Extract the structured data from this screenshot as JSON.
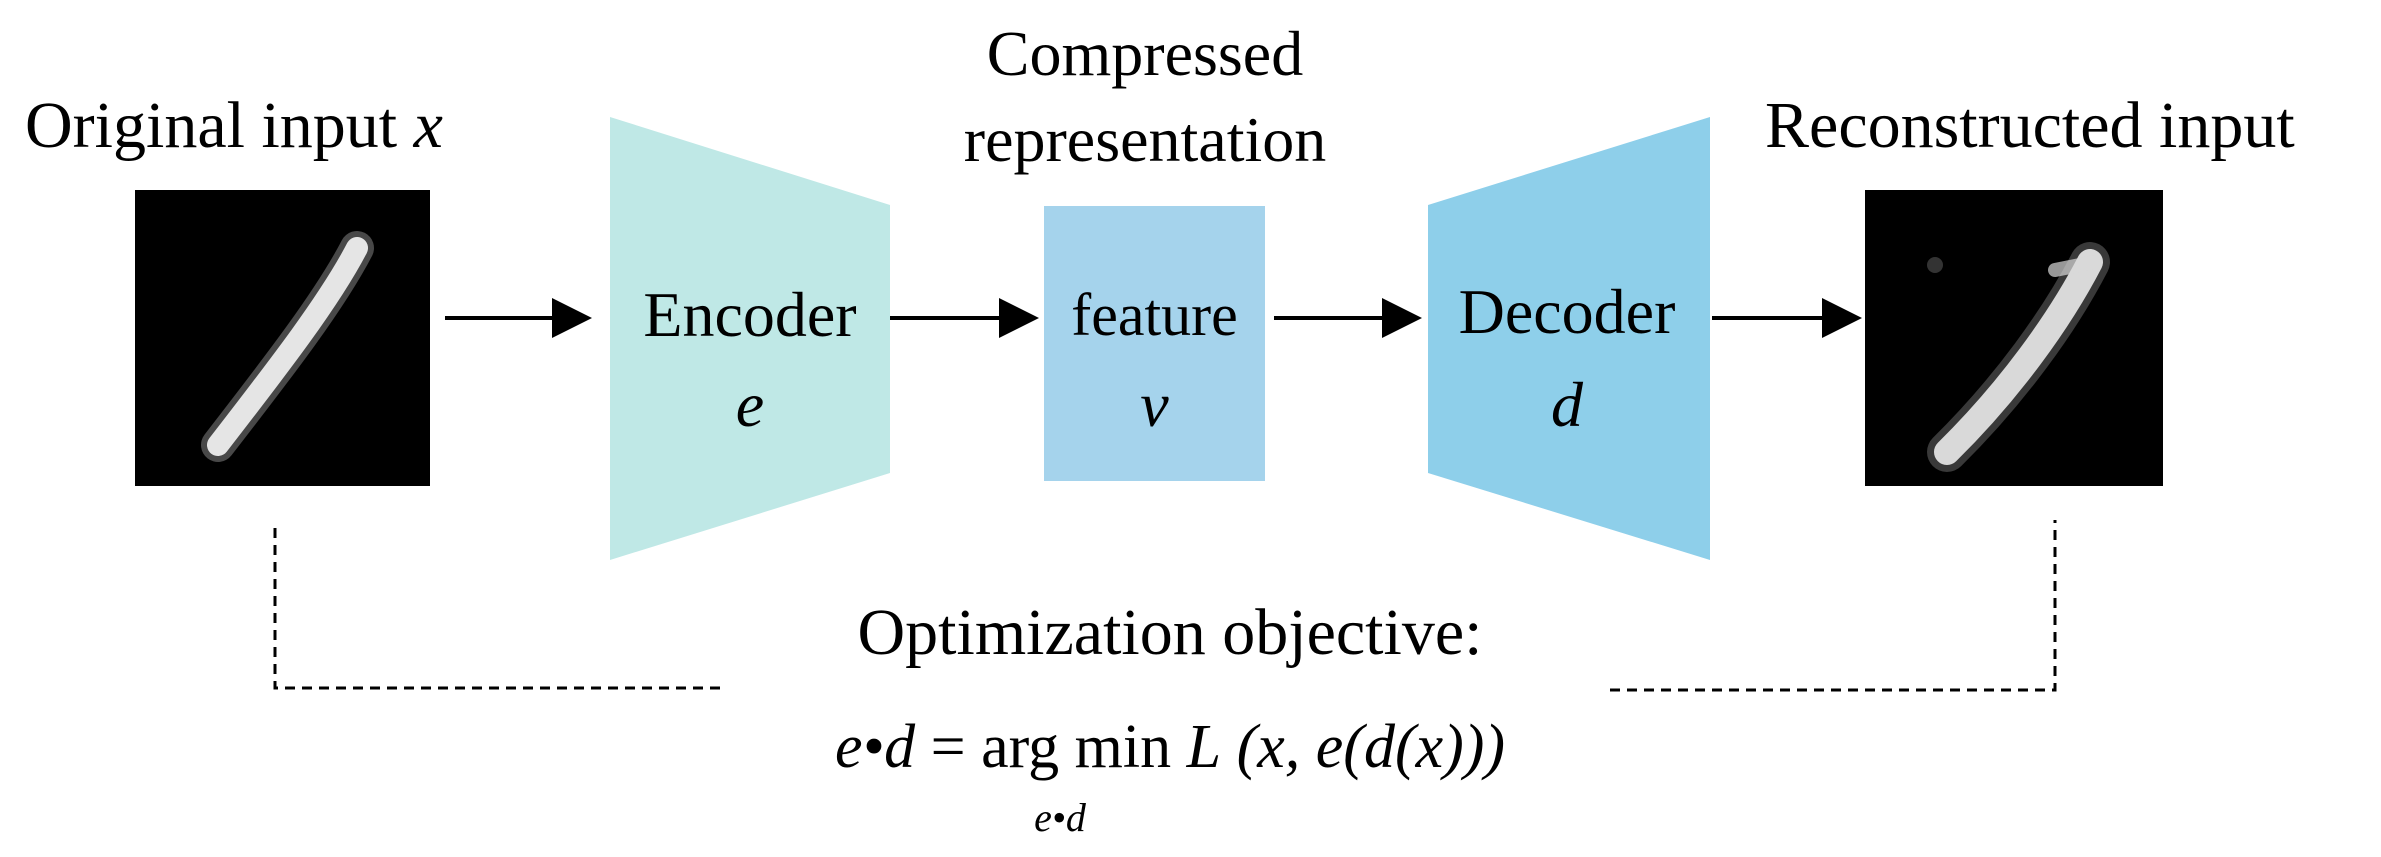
{
  "input": {
    "title": "Original input",
    "var": "x"
  },
  "encoder": {
    "label": "Encoder",
    "var": "e"
  },
  "compressed": {
    "title_line1": "Compressed",
    "title_line2": "representation",
    "label": "feature",
    "var": "v"
  },
  "decoder": {
    "label": "Decoder",
    "var": "d"
  },
  "output": {
    "title": "Reconstructed input"
  },
  "objective": {
    "title": "Optimization objective:",
    "lhs": "e•d",
    "eq": "=",
    "argmin": "arg min",
    "subscript": "e•d",
    "L": "L",
    "expr": "(x, e(d(x)))"
  },
  "colors": {
    "encoder": "#bfe8e6",
    "feature": "#a5d3ec",
    "decoder": "#8ecfea",
    "arrow": "#000000",
    "image_bg": "#000000"
  }
}
